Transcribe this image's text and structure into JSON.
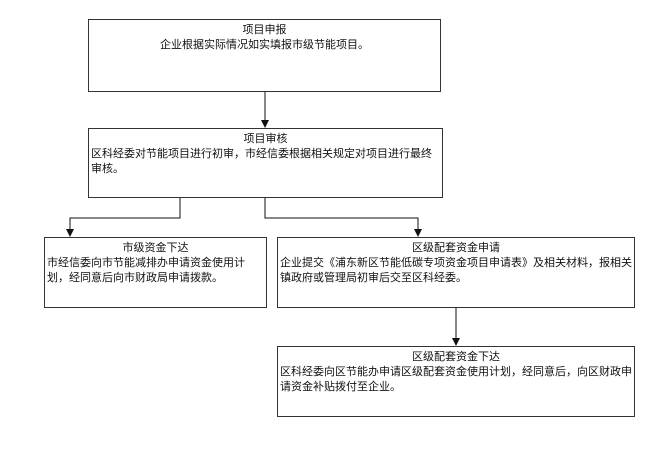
{
  "diagram": {
    "nodes": [
      {
        "id": "apply",
        "title": "项目申报",
        "text": "企业根据实际情况如实填报市级节能项目。"
      },
      {
        "id": "review",
        "title": "项目审核",
        "text": "区科经委对节能项目进行初审，市经信委根据相关规定对项目进行最终审核。"
      },
      {
        "id": "city",
        "title": "市级资金下达",
        "text": "市经信委向市节能减排办申请资金使用计划，经同意后向市财政局申请拨款。"
      },
      {
        "id": "district",
        "title": "区级配套资金申请",
        "text": "企业提交《浦东新区节能低碳专项资金项目申请表》及相关材料，报相关镇政府或管理局初审后交至区科经委。"
      },
      {
        "id": "release",
        "title": "区级配套资金下达",
        "text": "区科经委向区节能办申请区级配套资金使用计划，经同意后，向区财政申请资金补贴拨付至企业。"
      }
    ]
  }
}
